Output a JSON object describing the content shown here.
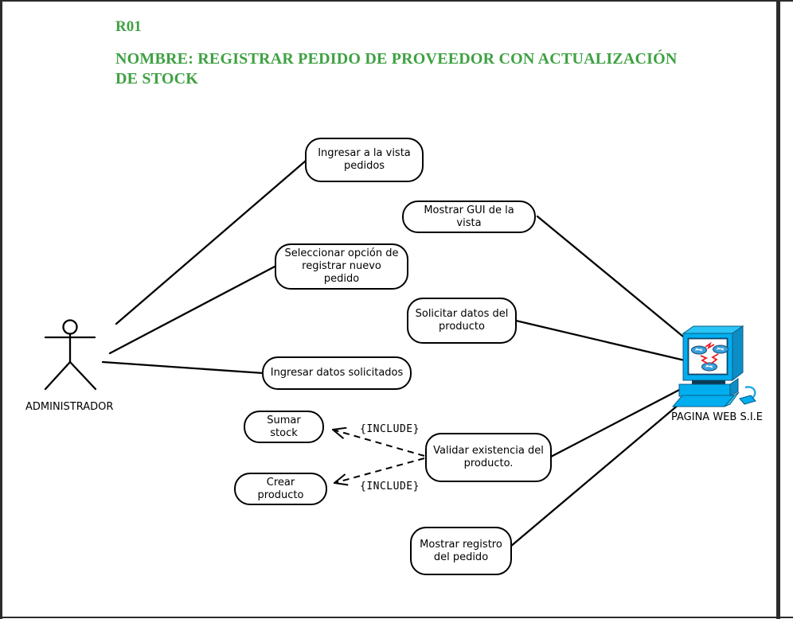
{
  "page": {
    "code": "R01",
    "title_lines": [
      "NOMBRE: REGISTRAR PEDIDO DE PROVEEDOR CON ACTUALIZACIÓN",
      "DE STOCK"
    ]
  },
  "actors": {
    "administrator": {
      "label": "ADMINISTRADOR"
    },
    "system": {
      "label": "PAGINA WEB S.I.E"
    }
  },
  "use_cases": [
    {
      "id": "ingresar-vista-pedidos",
      "label": "Ingresar a la vista pedidos"
    },
    {
      "id": "mostrar-gui-vista",
      "label": "Mostrar GUI de la vista"
    },
    {
      "id": "seleccionar-opcion-registrar",
      "label": "Seleccionar opción de registrar nuevo pedido"
    },
    {
      "id": "solicitar-datos-producto",
      "label": "Solicitar datos del producto"
    },
    {
      "id": "ingresar-datos-solicitados",
      "label": "Ingresar datos solicitados"
    },
    {
      "id": "sumar-stock",
      "label": "Sumar stock"
    },
    {
      "id": "validar-existencia-producto",
      "label": "Validar existencia del producto."
    },
    {
      "id": "crear-producto",
      "label": "Crear producto"
    },
    {
      "id": "mostrar-registro-pedido",
      "label": "Mostrar registro del pedido"
    }
  ],
  "include_labels": [
    "{INCLUDE}",
    "{INCLUDE}"
  ],
  "colors": {
    "header_green": "#3fa143",
    "diagram_stroke": "#000000",
    "computer_cyan": "#00aeef",
    "computer_cyan_light": "#29c5f6",
    "computer_cyan_dark": "#0d8dc6",
    "computer_navy": "#0b3a55",
    "lightning_red": "#ed1c24",
    "frame_black": "#2b2b2b"
  }
}
